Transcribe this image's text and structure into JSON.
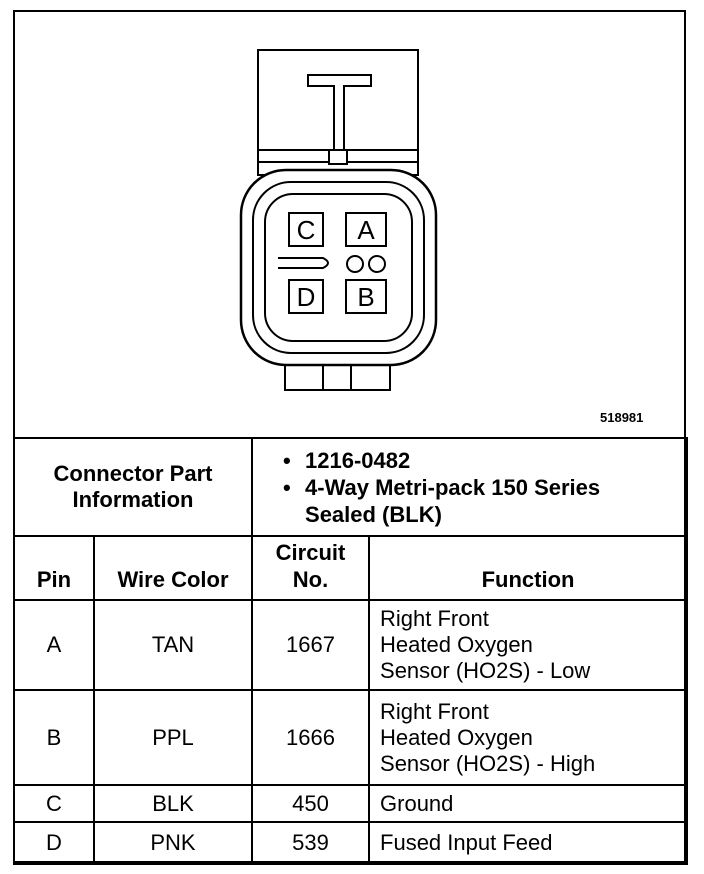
{
  "figure_number": "518981",
  "connector": {
    "pins": [
      {
        "id": "cavity-c",
        "label": "C"
      },
      {
        "id": "cavity-a",
        "label": "A"
      },
      {
        "id": "cavity-d",
        "label": "D"
      },
      {
        "id": "cavity-b",
        "label": "B"
      }
    ]
  },
  "part_info": {
    "label_line1": "Connector Part",
    "label_line2": "Information",
    "items": [
      "1216-0482",
      "4-Way Metri-pack 150 Series Sealed (BLK)"
    ]
  },
  "table": {
    "headers": {
      "pin": "Pin",
      "wire_color": "Wire Color",
      "circuit_line1": "Circuit",
      "circuit_line2": "No.",
      "function": "Function"
    },
    "rows": [
      {
        "pin": "A",
        "wire": "TAN",
        "circuit": "1667",
        "function": [
          "Right Front",
          "Heated Oxygen",
          "Sensor (HO2S) - Low"
        ]
      },
      {
        "pin": "B",
        "wire": "PPL",
        "circuit": "1666",
        "function": [
          "Right Front",
          "Heated Oxygen",
          "Sensor (HO2S) - High"
        ]
      },
      {
        "pin": "C",
        "wire": "BLK",
        "circuit": "450",
        "function": [
          "Ground"
        ]
      },
      {
        "pin": "D",
        "wire": "PNK",
        "circuit": "539",
        "function": [
          "Fused Input Feed"
        ]
      }
    ]
  }
}
